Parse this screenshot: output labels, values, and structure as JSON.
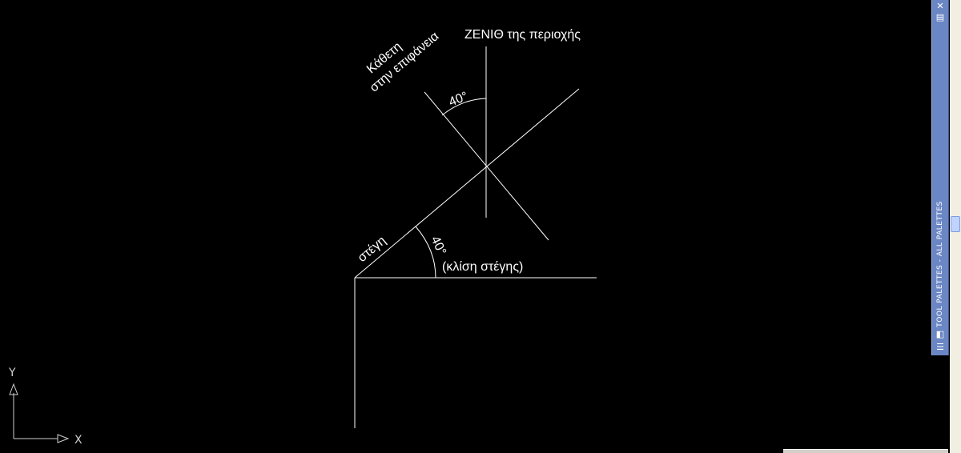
{
  "drawing": {
    "zenith_label": "ZENIΘ της περιοχής",
    "normal_label_line1": "Κάθετη",
    "normal_label_line2": "στην επιφάνεια",
    "angle_top_label": "40°",
    "roof_label": "στέγη",
    "angle_bottom_label": "40°",
    "roof_pitch_label": "(κλίση στέγης)"
  },
  "ucs": {
    "x_label": "X",
    "y_label": "Y"
  },
  "tool_palette": {
    "title": "TOOL PALETTES - ALL PALETTES",
    "close_glyph": "✕",
    "properties_glyph": "▤",
    "autohide_glyph": "◧",
    "menu_glyph": "☰"
  },
  "colors": {
    "background": "#000000",
    "line": "#ffffff",
    "palette": "#6b86c4"
  }
}
